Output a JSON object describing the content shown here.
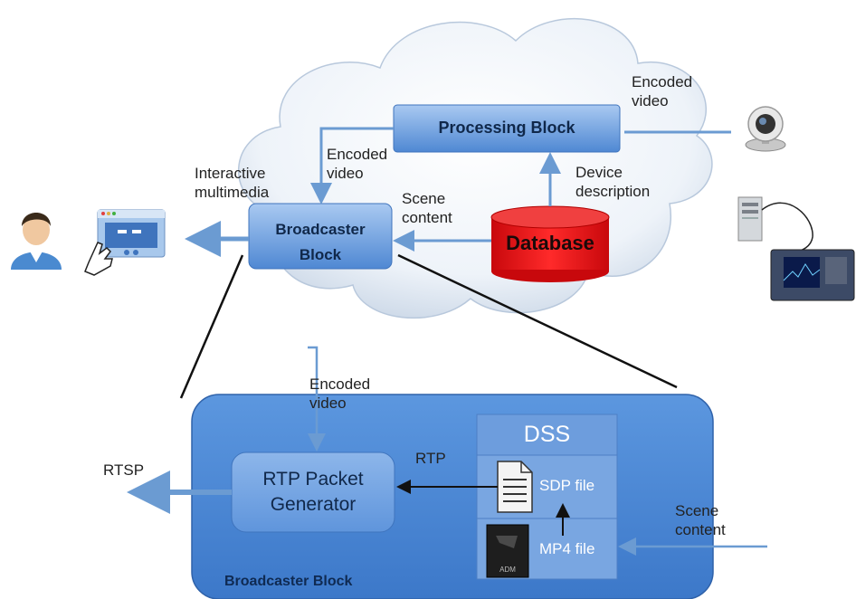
{
  "cloud": {
    "processing_block": "Processing Block",
    "broadcaster_block_line1": "Broadcaster",
    "broadcaster_block_line2": "Block",
    "database": "Database",
    "encoded_video_left_1": "Encoded",
    "encoded_video_left_2": "video",
    "encoded_video_right_1": "Encoded",
    "encoded_video_right_2": "video",
    "device_description_1": "Device",
    "device_description_2": "description",
    "scene_content_1": "Scene",
    "scene_content_2": "content",
    "interactive_multimedia_1": "Interactive",
    "interactive_multimedia_2": "multimedia"
  },
  "detail": {
    "title": "Broadcaster Block",
    "rtp_generator_line1": "RTP Packet",
    "rtp_generator_line2": "Generator",
    "dss": "DSS",
    "sdp_file": "SDP file",
    "mp4_file": "MP4 file",
    "mp4_icon_text": "ADM",
    "rtp": "RTP",
    "rtsp": "RTSP",
    "encoded_video_1": "Encoded",
    "encoded_video_2": "video",
    "scene_content_1": "Scene",
    "scene_content_2": "content"
  },
  "colors": {
    "block_blue": "#5b95dd",
    "database_red": "#e8141a",
    "arrow_blue": "#6b9bd2"
  }
}
